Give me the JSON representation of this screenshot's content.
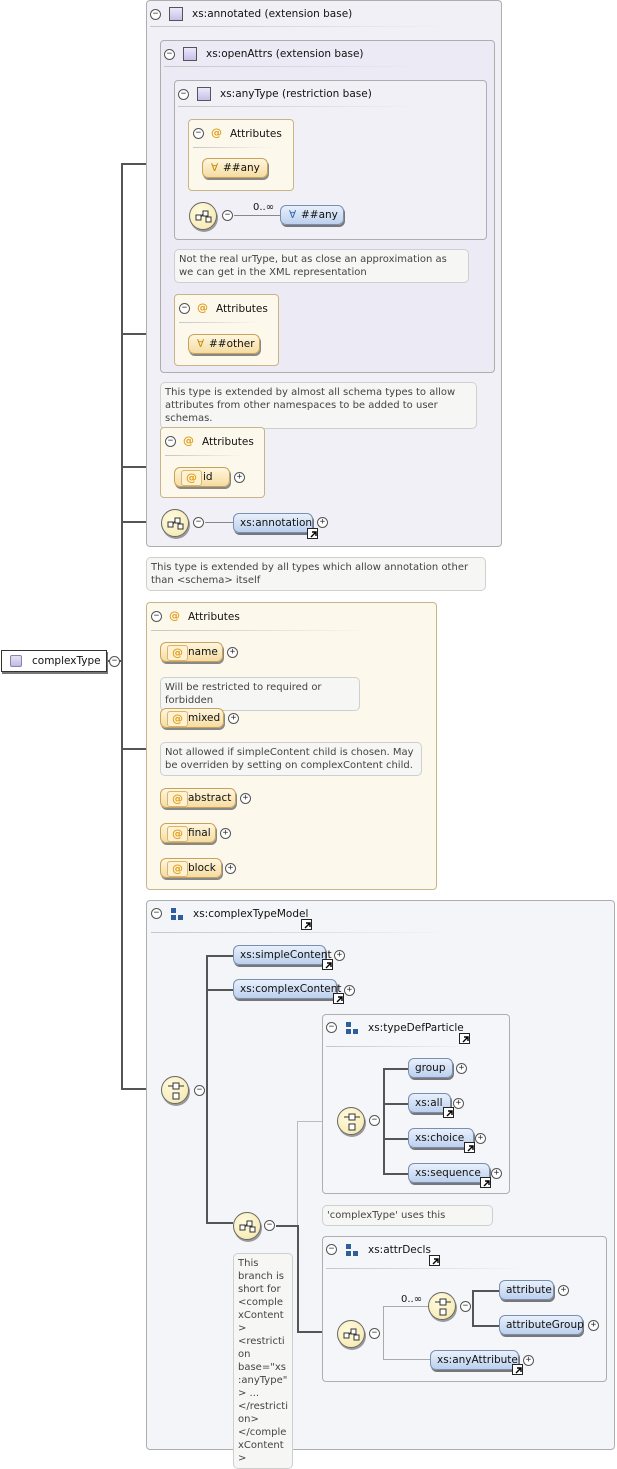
{
  "root": {
    "label": "complexType"
  },
  "annotated": {
    "title": "xs:annotated (extension base)",
    "openAttrs": {
      "title": "xs:openAttrs (extension base)",
      "anyType": {
        "title": "xs:anyType (restriction base)",
        "attributes_label": "Attributes",
        "any_attr": "##any",
        "occurs": "0..∞",
        "any_element": "##any",
        "annotation": "Not the real urType, but as close an approximation as we can get in the XML representation"
      },
      "attributes_label": "Attributes",
      "other_attr": "##other",
      "annotation": "This type is extended by almost all schema types to allow attributes from other namespaces to be added to user schemas."
    },
    "attributes_label": "Attributes",
    "id_attr": "id",
    "annotation_element": "xs:annotation",
    "annotation": "This type is extended by all types which allow annotation other than <schema> itself"
  },
  "attributes": {
    "label": "Attributes",
    "name": "name",
    "name_note": "Will be restricted to required or forbidden",
    "mixed": "mixed",
    "mixed_note": "Not allowed if simpleContent child is chosen. May be overriden by setting on complexContent child.",
    "abstract": "abstract",
    "final": "final",
    "block": "block"
  },
  "model": {
    "title": "xs:complexTypeModel",
    "simpleContent": "xs:simpleContent",
    "complexContent": "xs:complexContent",
    "typeDefParticle": {
      "title": "xs:typeDefParticle",
      "items": [
        "group",
        "xs:all",
        "xs:choice",
        "xs:sequence"
      ],
      "annotation": "'complexType' uses this"
    },
    "branch_note": "This branch is short for <complexContent> <restriction base=\"xs:anyType\"> ... </restriction> </complexContent>",
    "attrDecls": {
      "title": "xs:attrDecls",
      "occurs": "0..∞",
      "attribute": "attribute",
      "attributeGroup": "attributeGroup",
      "anyAttribute": "xs:anyAttribute"
    }
  },
  "icons": {
    "toggle_collapse": "minus-circle-icon",
    "toggle_expand": "plus-circle-icon",
    "compositor_sequence": "sequence-compositor-icon",
    "compositor_choice": "choice-compositor-icon",
    "reference": "reference-arrow-icon"
  },
  "colors": {
    "complex_group": "#f1f0f7",
    "attributes_group": "#fdf8ec",
    "model_group": "#f4f5f8",
    "element": "#bcd0ee",
    "attribute": "#f5dca0"
  }
}
